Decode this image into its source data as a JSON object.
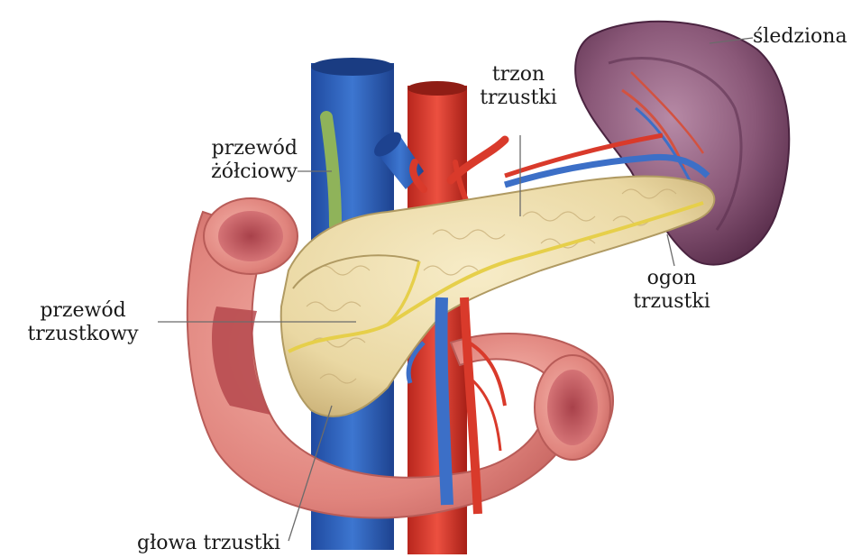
{
  "labels": {
    "spleen": "śledziona",
    "pancreas_body": [
      "trzon",
      "trzustki"
    ],
    "bile_duct": [
      "przewód",
      "żółciowy"
    ],
    "pancreatic_duct": [
      "przewód",
      "trzustkowy"
    ],
    "pancreas_tail": [
      "ogon",
      "trzustki"
    ],
    "pancreas_head": "głowa trzustki"
  },
  "colors": {
    "vein": "#2f5fb8",
    "artery": "#d93a2b",
    "duodenum": "#e58c86",
    "pancreas": "#ecdcae",
    "spleen": "#7a4868",
    "bile_duct": "#8fb35a",
    "pancreatic_duct": "#e6cf4a"
  }
}
